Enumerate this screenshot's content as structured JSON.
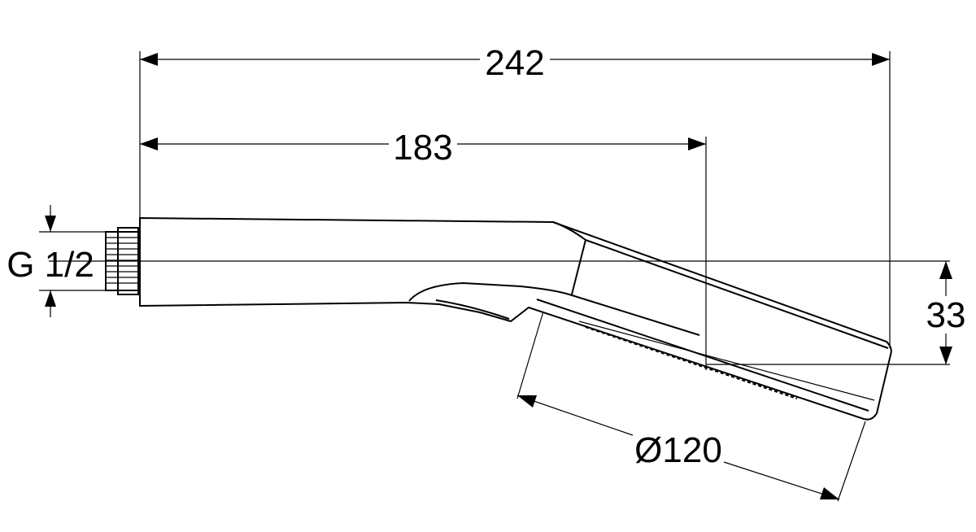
{
  "dimensions": {
    "overall_length": "242",
    "handle_length": "183",
    "head_height": "33",
    "head_diameter": "Ø120",
    "thread": "G 1/2"
  },
  "colors": {
    "line": "#000000",
    "background": "#ffffff"
  }
}
